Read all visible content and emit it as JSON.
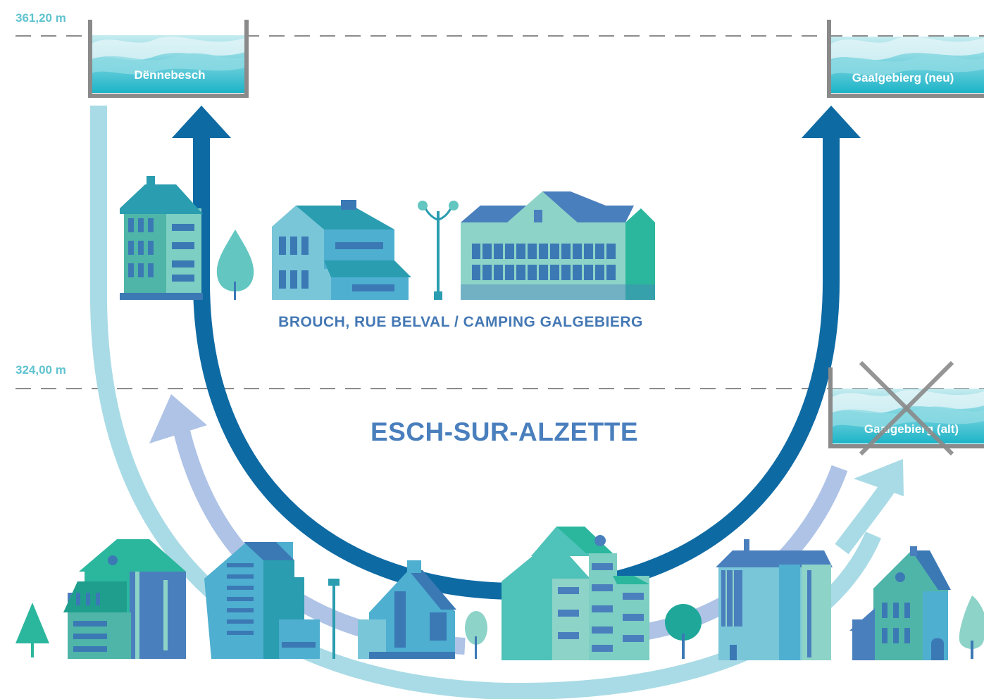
{
  "levels": {
    "upper": "361,20 m",
    "lower": "324,00 m"
  },
  "reservoirs": {
    "dennebesch": "Dënnebesch",
    "gaalgebierg_neu": "Gaalgebierg (neu)",
    "gaalgebierg_alt": "Gaalgebierg (alt)"
  },
  "labels": {
    "district": "BROUCH, RUE BELVAL / CAMPING GALGEBIERG",
    "city": "ESCH-SUR-ALZETTE"
  },
  "colors": {
    "dark_flow": "#0e6aa3",
    "light_flow": "#a9dbe6",
    "periwinkle_flow": "#aec3e6",
    "reservoir_wall": "#8a8a8a",
    "water": "#2fbccc",
    "level_text": "#5fc3cf",
    "label_text": "#4478b4"
  }
}
